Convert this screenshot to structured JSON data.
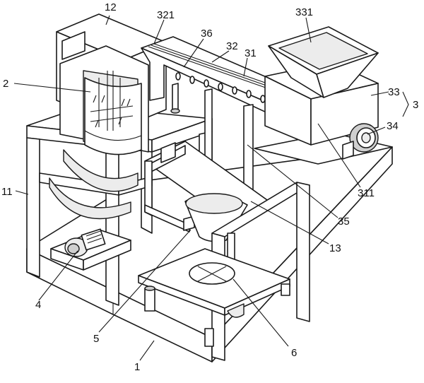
{
  "labels": {
    "l12": "12",
    "l321": "321",
    "l36": "36",
    "l32": "32",
    "l31": "31",
    "l331": "331",
    "l2": "2",
    "l33": "33",
    "l3": "3",
    "l34": "34",
    "l11": "11",
    "l311": "311",
    "l35": "35",
    "l13": "13",
    "l4": "4",
    "l5": "5",
    "l6": "6",
    "l1": "1"
  }
}
